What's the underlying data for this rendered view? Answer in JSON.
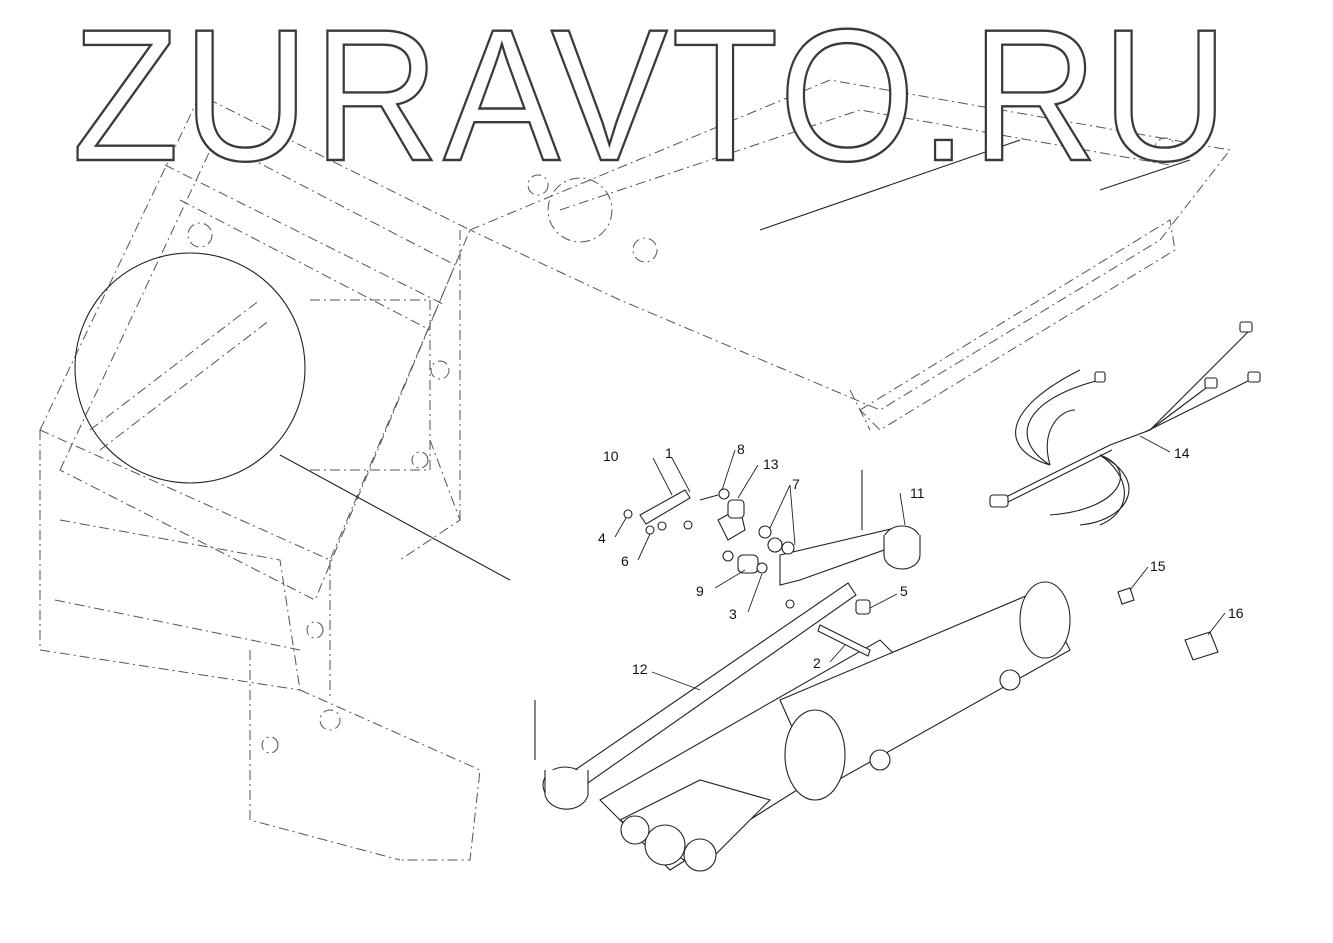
{
  "watermark": {
    "text": "ZURAVTO.RU"
  },
  "callouts": [
    {
      "id": "label-1",
      "text": "1"
    },
    {
      "id": "label-2",
      "text": "2"
    },
    {
      "id": "label-3",
      "text": "3"
    },
    {
      "id": "label-4",
      "text": "4"
    },
    {
      "id": "label-5",
      "text": "5"
    },
    {
      "id": "label-6",
      "text": "6"
    },
    {
      "id": "label-7",
      "text": "7"
    },
    {
      "id": "label-8",
      "text": "8"
    },
    {
      "id": "label-9",
      "text": "9"
    },
    {
      "id": "label-10",
      "text": "10"
    },
    {
      "id": "label-11",
      "text": "11"
    },
    {
      "id": "label-12",
      "text": "12"
    },
    {
      "id": "label-13",
      "text": "13"
    },
    {
      "id": "label-14",
      "text": "14"
    },
    {
      "id": "label-15",
      "text": "15"
    },
    {
      "id": "label-16",
      "text": "16"
    }
  ]
}
